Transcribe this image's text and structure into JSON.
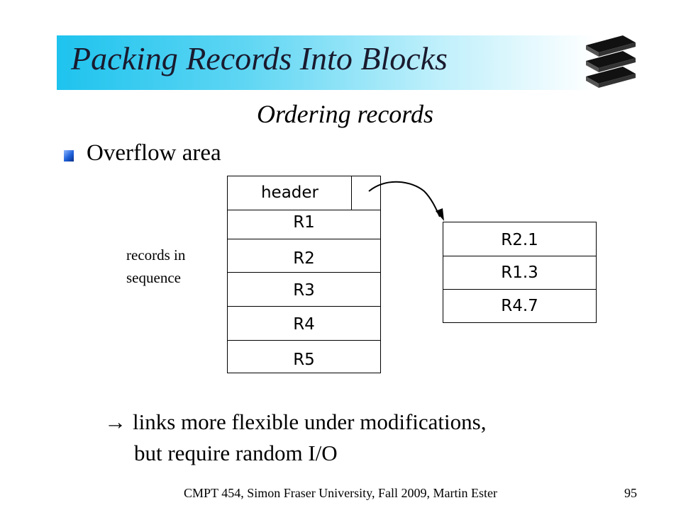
{
  "slide": {
    "title": "Packing Records Into Blocks",
    "subtitle": "Ordering records",
    "bullet": "Overflow area",
    "side_label_line1": "records in",
    "side_label_line2": "sequence",
    "note_arrow": "→",
    "note_line1": "links more flexible under modifications,",
    "note_line2": "but require random I/O",
    "footer": "CMPT 454, Simon Fraser University, Fall 2009, Martin Ester",
    "page_number": "95",
    "colors": {
      "title_bar_start": "#1ec3ee",
      "bullet": "#1d5fd9"
    }
  },
  "main_block": {
    "header": "header",
    "records": [
      "R1",
      "R2",
      "R3",
      "R4",
      "R5"
    ]
  },
  "overflow_block": {
    "records": [
      "R2.1",
      "R1.3",
      "R4.7"
    ]
  }
}
